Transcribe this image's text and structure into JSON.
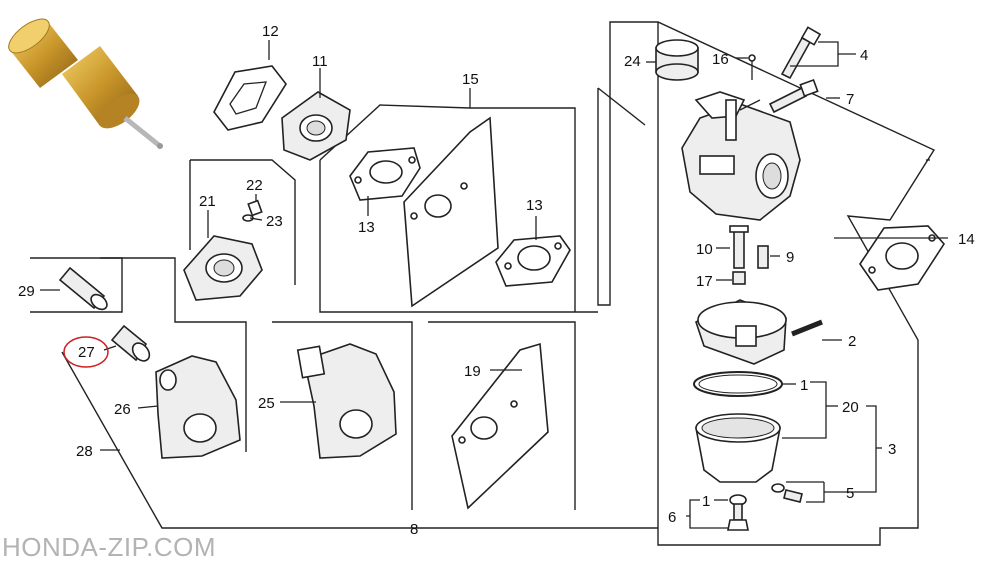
{
  "watermark": "HONDA-ZIP.COM",
  "highlight_color": "#cc2222",
  "callouts": {
    "c1a": "1",
    "c1b": "1",
    "c2": "2",
    "c3": "3",
    "c4": "4",
    "c5": "5",
    "c6": "6",
    "c7": "7",
    "c8": "8",
    "c9": "9",
    "c10": "10",
    "c11": "11",
    "c12": "12",
    "c13a": "13",
    "c13b": "13",
    "c14": "14",
    "c15": "15",
    "c16": "16",
    "c17": "17",
    "c19": "19",
    "c20": "20",
    "c21": "21",
    "c22": "22",
    "c23": "23",
    "c24": "24",
    "c25": "25",
    "c26": "26",
    "c27": "27",
    "c28": "28",
    "c29": "29"
  }
}
